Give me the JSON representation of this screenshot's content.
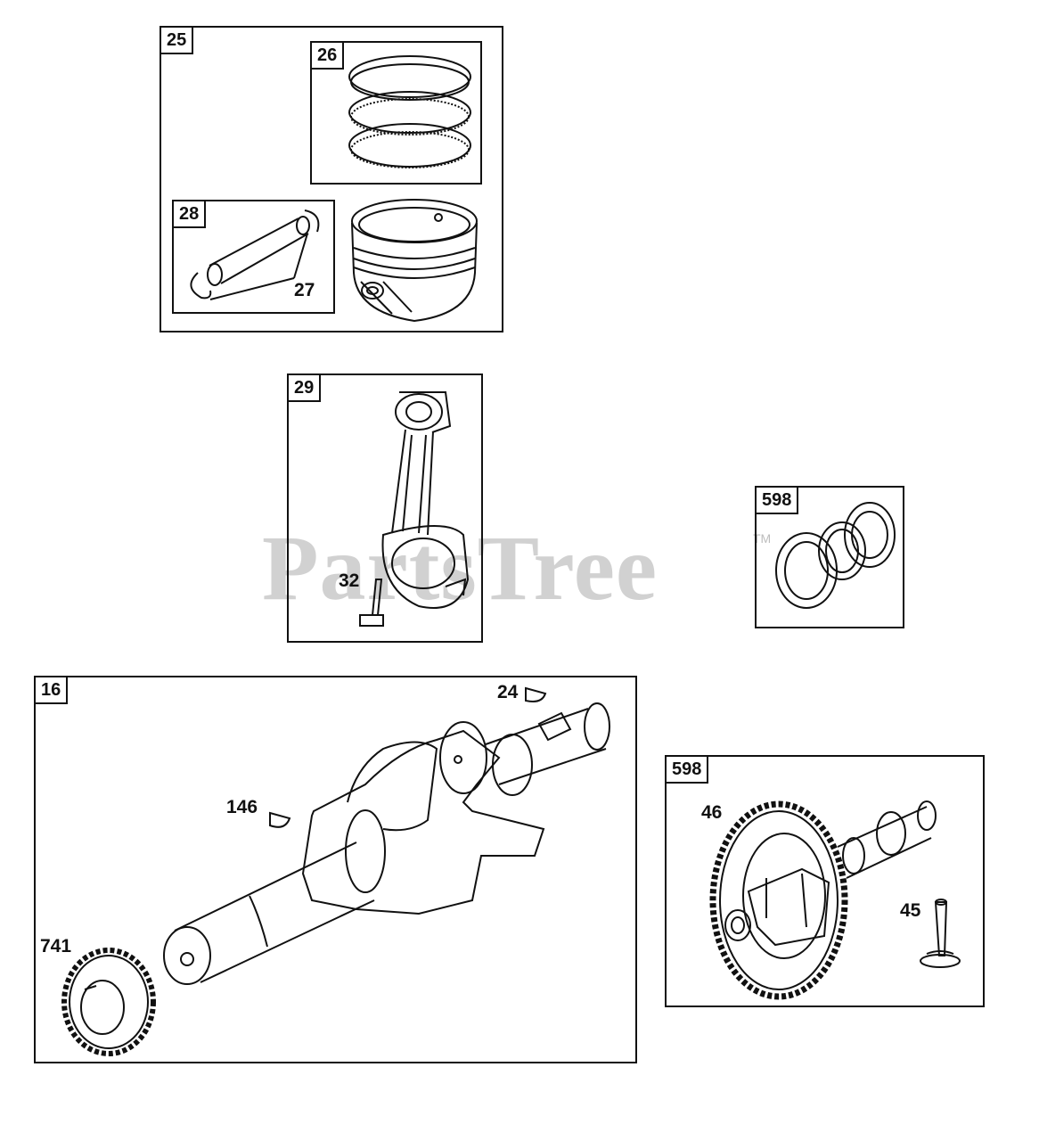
{
  "watermark": {
    "text": "PartsTree",
    "trademark": "TM"
  },
  "panels": {
    "p25": {
      "label": "25"
    },
    "p26": {
      "label": "26"
    },
    "p28": {
      "label": "28"
    },
    "p29": {
      "label": "29"
    },
    "p598a": {
      "label": "598"
    },
    "p16": {
      "label": "16"
    },
    "p598b": {
      "label": "598"
    }
  },
  "callouts": {
    "c27": "27",
    "c32": "32",
    "c24": "24",
    "c146": "146",
    "c741": "741",
    "c46": "46",
    "c45": "45"
  }
}
